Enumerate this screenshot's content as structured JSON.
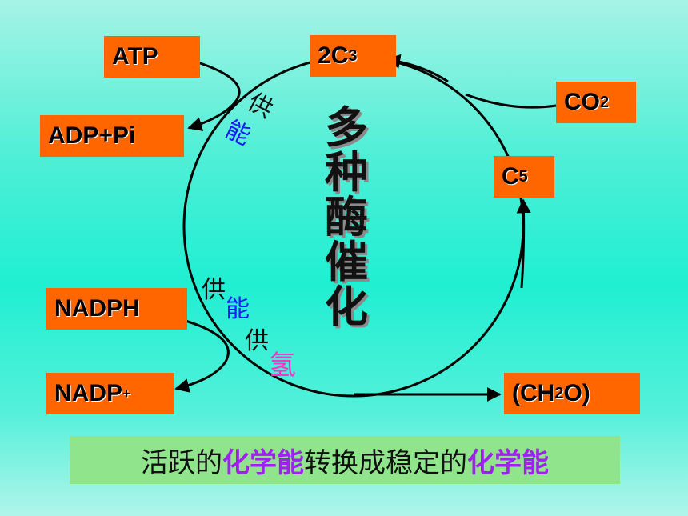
{
  "nodes": {
    "atp": "ATP",
    "adp_pi": "ADP+Pi",
    "c3": {
      "prefix": "2C",
      "sub": "3"
    },
    "co2": {
      "prefix": "CO",
      "sub": "2"
    },
    "c5": {
      "prefix": "C",
      "sub": "5"
    },
    "nadph": "NADPH",
    "nadp": {
      "prefix": "NADP",
      "sup": "+"
    },
    "ch2o": {
      "prefix": "(CH",
      "sub": "2",
      "suffix": "O)"
    }
  },
  "center_title": [
    "多",
    "种",
    "酶",
    "催",
    "化"
  ],
  "labels": {
    "gong1": "供",
    "neng1": "能",
    "gong2": "供",
    "neng2": "能",
    "gong3": "供",
    "qing": "氢"
  },
  "banner": {
    "part1": "活跃的",
    "hl1": "化学能",
    "part2": "转换成稳定的",
    "hl2": "化学能"
  },
  "colors": {
    "box_fill": "#ff6600",
    "banner_fill": "#90e48c",
    "highlight": "#a020f0",
    "neng": "#1a1aff",
    "qing": "#ff33cc"
  }
}
